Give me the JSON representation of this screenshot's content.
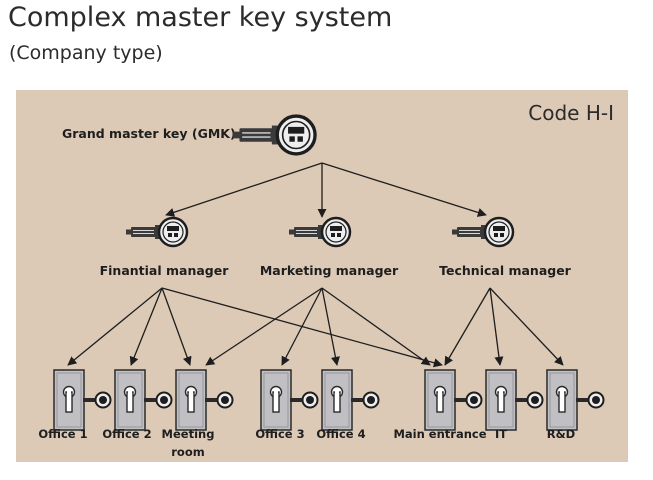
{
  "header": {
    "title": "Complex master key system",
    "subtitle": "(Company type)"
  },
  "panel": {
    "code": "Code H-I",
    "colors": {
      "background": "#dccab6",
      "lock": "#c0c0c4",
      "key": "#3a3a3a"
    }
  },
  "keys": {
    "gmk": "Grand master key (GMK)",
    "managers": [
      "Finantial manager",
      "Marketing manager",
      "Technical manager"
    ]
  },
  "doors": {
    "office1": "Office 1",
    "office2": "Office 2",
    "meeting_line1": "Meeting",
    "meeting_line2": "room",
    "office3": "Office 3",
    "office4": "Office 4",
    "main_entrance": "Main entrance",
    "it": "IT",
    "rd": "R&D"
  }
}
